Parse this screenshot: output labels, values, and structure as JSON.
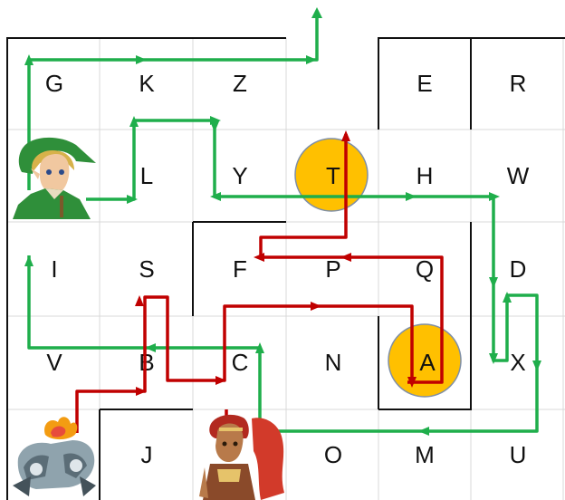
{
  "cells": [
    {
      "label": "G"
    },
    {
      "label": "K"
    },
    {
      "label": "Z"
    },
    {
      "label": "E"
    },
    {
      "label": "R"
    },
    {
      "label": "L"
    },
    {
      "label": "Y"
    },
    {
      "label": "T"
    },
    {
      "label": "H"
    },
    {
      "label": "W"
    },
    {
      "label": "I"
    },
    {
      "label": "S"
    },
    {
      "label": "F"
    },
    {
      "label": "P"
    },
    {
      "label": "Q"
    },
    {
      "label": "D"
    },
    {
      "label": "V"
    },
    {
      "label": "B"
    },
    {
      "label": "C"
    },
    {
      "label": "N"
    },
    {
      "label": "A"
    },
    {
      "label": "X"
    },
    {
      "label": "J"
    },
    {
      "label": "O"
    },
    {
      "label": "M"
    },
    {
      "label": "U"
    }
  ],
  "targets": [
    "T",
    "A"
  ],
  "colors": {
    "grid_line": "#d9d9d9",
    "wall": "#111111",
    "green_path": "#1fae4b",
    "red_path": "#c00000",
    "target_fill": "#ffc000",
    "target_stroke": "#7f8fa6"
  },
  "characters": {
    "green_player": "link-character-icon",
    "red_player_a": "fire-rider-character-icon",
    "red_player_b": "warrior-woman-character-icon"
  }
}
